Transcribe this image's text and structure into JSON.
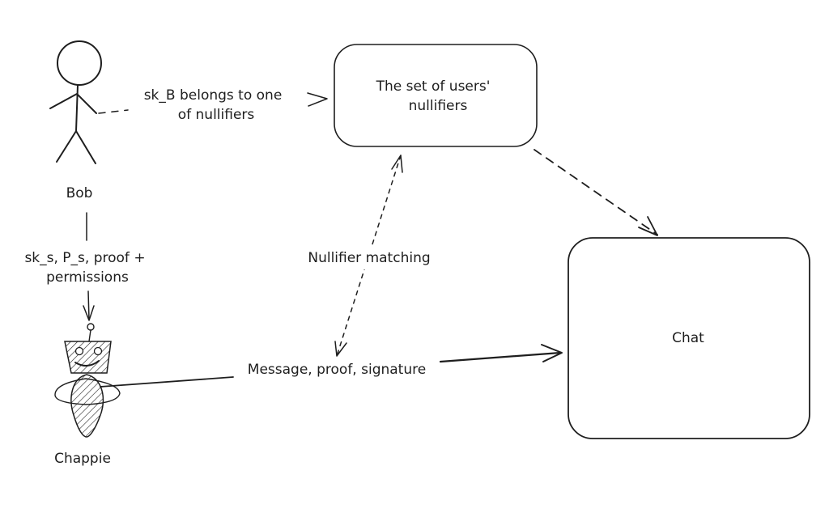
{
  "nodes": {
    "bob": {
      "label": "Bob"
    },
    "chappie": {
      "label": "Chappie"
    },
    "nullifier_set": {
      "line1": "The set of users'",
      "line2": "nullifiers"
    },
    "chat": {
      "label": "Chat"
    }
  },
  "edges": {
    "bob_to_set": {
      "line1": "sk_B belongs to one",
      "line2": "of nullifiers"
    },
    "bob_to_chappie": {
      "line1": "sk_s, P_s, proof +",
      "line2": "permissions"
    },
    "nullifier_matching": {
      "label": "Nullifier matching"
    },
    "chappie_to_chat": {
      "label": "Message, proof, signature"
    }
  },
  "colors": {
    "ink": "#1e1e1e",
    "background": "#ffffff"
  }
}
